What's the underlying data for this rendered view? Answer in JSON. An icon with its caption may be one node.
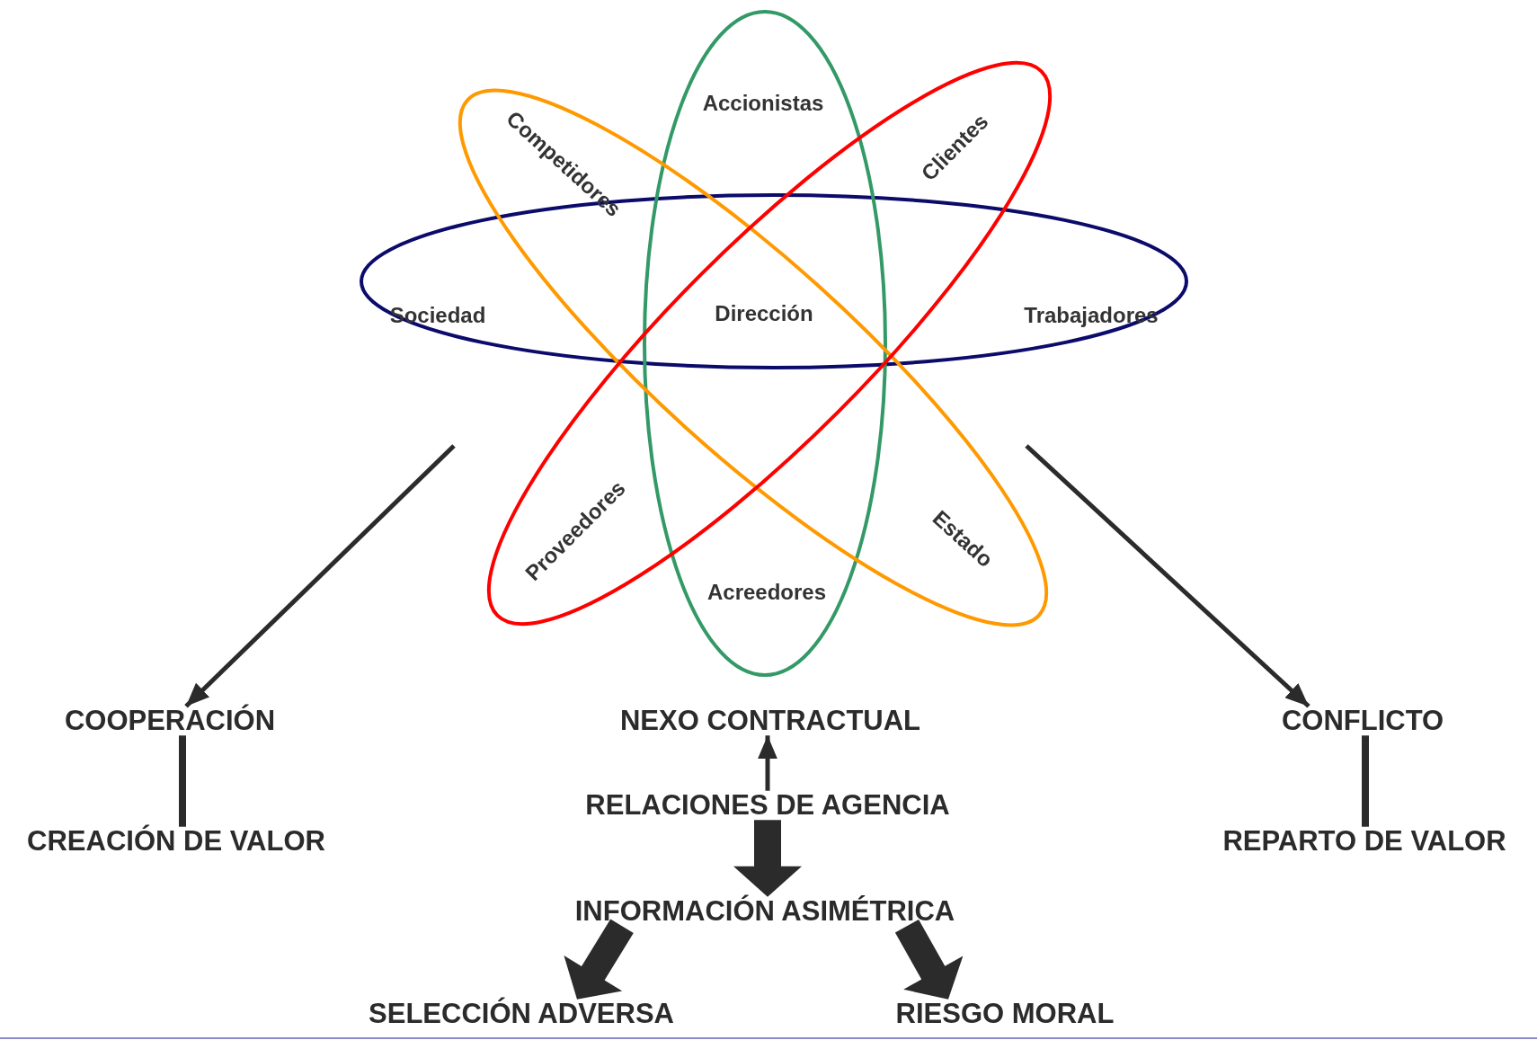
{
  "diagram": {
    "nodes": [
      {
        "text": [
          "Sociedad",
          "Trabajadores"
        ]
      },
      {
        "text": [
          "Accionistas",
          "Acreedores"
        ]
      },
      {
        "text": [
          "Competidores",
          "Estado"
        ]
      },
      {
        "text": [
          "Clientes",
          "Proveedores"
        ]
      },
      {
        "text": [
          "COOPERACIÓN"
        ]
      },
      {
        "text": [
          "CREACIÓN DE VALOR"
        ]
      },
      {
        "text": [
          "NEXO CONTRACTUAL"
        ]
      },
      {
        "text": [
          "RELACIONES DE AGENCIA"
        ]
      },
      {
        "text": [
          "INFORMACIÓN ASIMÉTRICA"
        ]
      },
      {
        "text": [
          "SELECCIÓN ADVERSA"
        ]
      },
      {
        "text": [
          "RIESGO MORAL"
        ]
      },
      {
        "text": [
          "CONFLICTO"
        ]
      },
      {
        "text": [
          "REPARTO DE VALOR"
        ]
      }
    ],
    "edges": [
      {
        "from": null,
        "to": 4,
        "arrow": "to"
      },
      {
        "from": null,
        "to": 11,
        "arrow": "to"
      },
      {
        "from": 4,
        "to": 5,
        "arrow": "none"
      },
      {
        "from": 7,
        "to": 6,
        "arrow": "to"
      },
      {
        "from": 7,
        "to": 8,
        "arrow": "to",
        "style": "thick"
      },
      {
        "from": 8,
        "to": 9,
        "arrow": "to",
        "style": "thick"
      },
      {
        "from": 8,
        "to": 10,
        "arrow": "to",
        "style": "thick"
      },
      {
        "from": 11,
        "to": 12,
        "arrow": "none"
      }
    ],
    "labels": [
      "Dirección"
    ]
  }
}
